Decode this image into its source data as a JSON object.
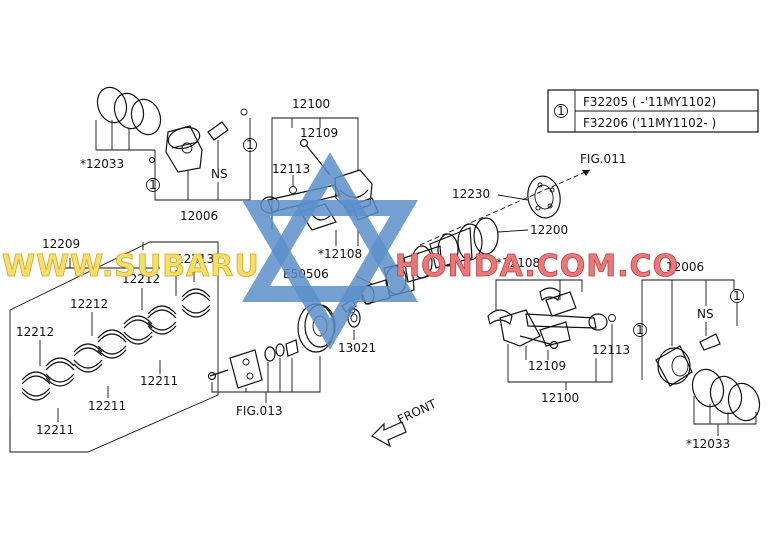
{
  "legend": {
    "symbol": "1",
    "rows": [
      "F32205 ( -'11MY1102)",
      "F32206 ('11MY1102- )"
    ]
  },
  "labels": {
    "piston_rings_left": "*12033",
    "piston_left": "12006",
    "ns_left": "NS",
    "conrod_assy_top": "12100",
    "conrod_bolt_top": "12109",
    "conrod_nut_top": "12113",
    "conrod_bearing_top": "*12108",
    "ref_fig011": "FIG.011",
    "drive_plate": "12230",
    "crankshaft": "12200",
    "bearing_set": "12209",
    "thrust_bearing": "12213",
    "bearing_upper_a": "12212",
    "bearing_upper_b": "12212",
    "bearing_upper_c": "12212",
    "bearing_lower_a": "12211",
    "bearing_lower_b": "12211",
    "bearing_lower_c": "12211",
    "bolt_e50506": "E50506",
    "pulley_washer": "13021",
    "ref_fig013": "FIG.013",
    "front_arrow": "FRONT",
    "conrod_bearing_right": "*12108",
    "piston_right": "12006",
    "ns_right": "NS",
    "conrod_bolt_right": "12109",
    "conrod_nut_right": "12113",
    "conrod_assy_right": "12100",
    "piston_rings_right": "*12033"
  },
  "watermark": {
    "text_a": "WWW.SUBARU",
    "text_b": "HONDA.COM.CO",
    "color_a": "#f3e06a",
    "color_b": "#e8787a",
    "star_color": "#5b8fc9"
  }
}
